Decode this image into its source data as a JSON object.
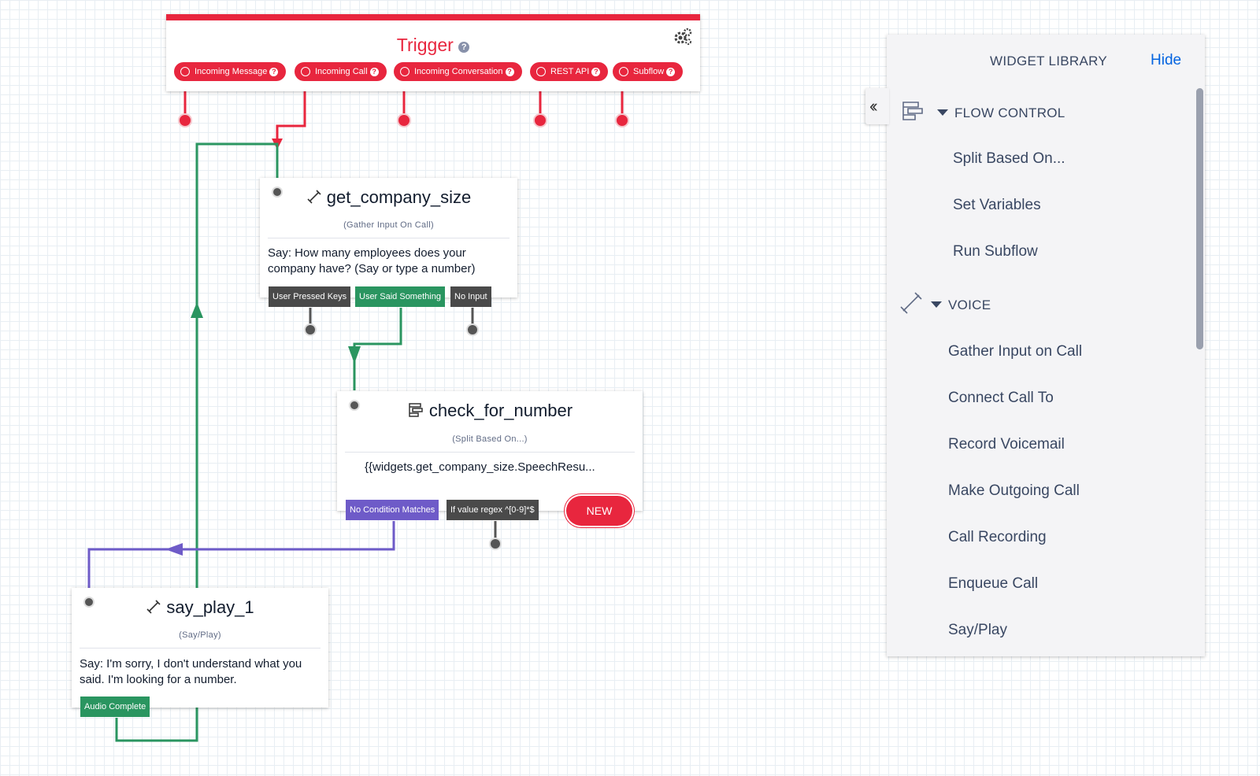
{
  "trigger": {
    "title": "Trigger",
    "pills": [
      {
        "label": "Incoming Message"
      },
      {
        "label": "Incoming Call"
      },
      {
        "label": "Incoming Conversation"
      },
      {
        "label": "REST API"
      },
      {
        "label": "Subflow"
      }
    ]
  },
  "nodes": {
    "get_company_size": {
      "title": "get_company_size",
      "subtitle": "(Gather Input On Call)",
      "body": "Say: How many employees does your company have? (Say or type a number)",
      "ports": [
        "User Pressed Keys",
        "User Said Something",
        "No Input"
      ]
    },
    "check_for_number": {
      "title": "check_for_number",
      "subtitle": "(Split Based On...)",
      "body": "{{widgets.get_company_size.SpeechResu...",
      "ports": [
        "No Condition Matches",
        "If value regex ^[0-9]*$"
      ],
      "new_label": "NEW"
    },
    "say_play_1": {
      "title": "say_play_1",
      "subtitle": "(Say/Play)",
      "body": "Say: I'm sorry, I don't understand what you said. I'm looking for a number.",
      "ports": [
        "Audio Complete"
      ]
    }
  },
  "library": {
    "title": "WIDGET LIBRARY",
    "hide_label": "Hide",
    "categories": [
      {
        "label": "FLOW CONTROL",
        "icon": "split-icon",
        "items": [
          "Split Based On...",
          "Set Variables",
          "Run Subflow"
        ]
      },
      {
        "label": "VOICE",
        "icon": "phone-icon",
        "items": [
          "Gather Input on Call",
          "Connect Call To",
          "Record Voicemail",
          "Make Outgoing Call",
          "Call Recording",
          "Enqueue Call",
          "Say/Play"
        ]
      }
    ]
  },
  "colors": {
    "trigger_red": "#e8263e",
    "success_green": "#2a9560",
    "no_match_purple": "#6e5bc8",
    "port_gray": "#4a4a4a",
    "link_blue": "#0263e0"
  }
}
